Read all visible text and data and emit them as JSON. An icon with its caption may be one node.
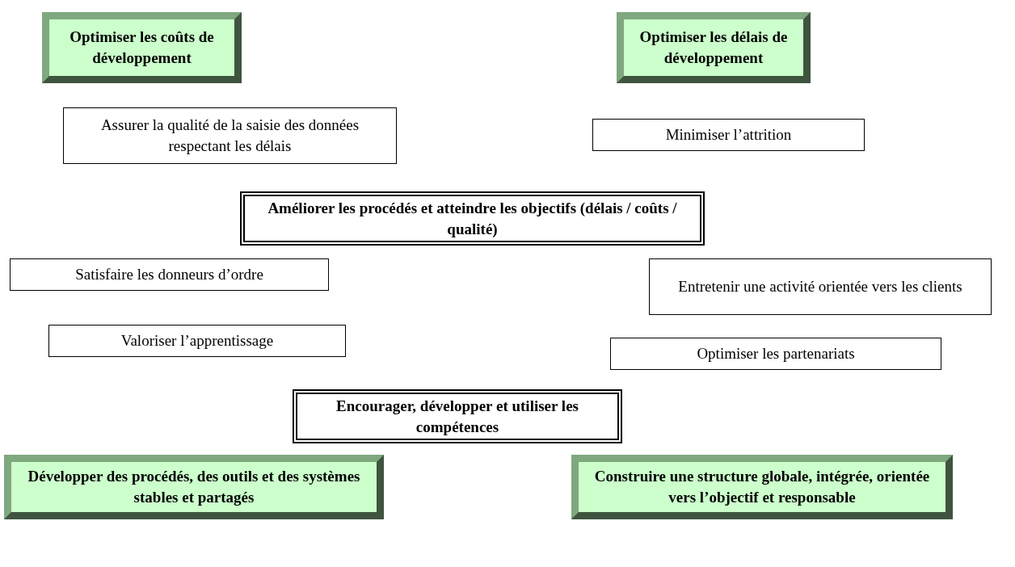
{
  "diagram": {
    "nodes": [
      {
        "text": [
          "Optimiser les coûts de développement"
        ]
      },
      {
        "text": [
          "Optimiser les délais de développement"
        ]
      },
      {
        "text": [
          "Assurer la qualité de la saisie des données respectant les délais"
        ]
      },
      {
        "text": [
          "Minimiser l’attrition"
        ]
      },
      {
        "text": [
          "Améliorer les procédés et atteindre les objectifs (délais / coûts / qualité)"
        ]
      },
      {
        "text": [
          "Satisfaire les donneurs d’ordre"
        ]
      },
      {
        "text": [
          "Entretenir une activité orientée vers les clients"
        ]
      },
      {
        "text": [
          "Valoriser l’apprentissage"
        ]
      },
      {
        "text": [
          "Optimiser les partenariats"
        ]
      },
      {
        "text": [
          "Encourager, développer et utiliser les compétences"
        ]
      },
      {
        "text": [
          "Développer des procédés, des outils et des systèmes stables et partagés"
        ]
      },
      {
        "text": [
          "Construire une structure globale, intégrée, orientée vers l’objectif et responsable"
        ]
      }
    ],
    "edges": []
  }
}
